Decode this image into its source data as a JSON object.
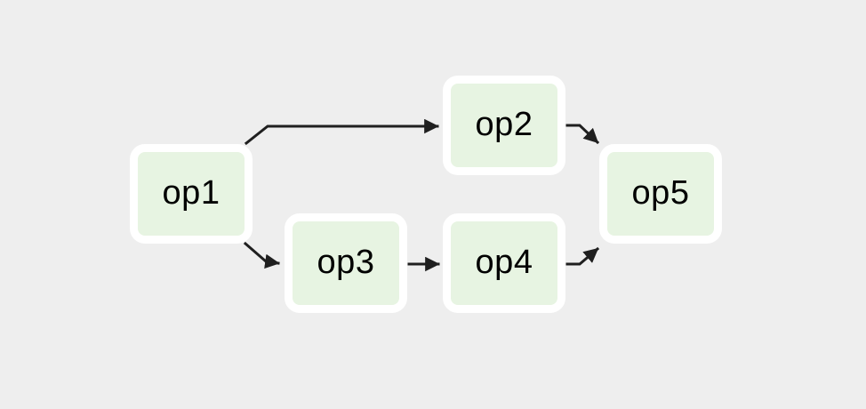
{
  "diagram": {
    "type": "flowchart",
    "direction": "left-to-right",
    "nodes": [
      {
        "id": "op1",
        "label": "op1"
      },
      {
        "id": "op2",
        "label": "op2"
      },
      {
        "id": "op3",
        "label": "op3"
      },
      {
        "id": "op4",
        "label": "op4"
      },
      {
        "id": "op5",
        "label": "op5"
      }
    ],
    "edges": [
      {
        "from": "op1",
        "to": "op2"
      },
      {
        "from": "op1",
        "to": "op3"
      },
      {
        "from": "op3",
        "to": "op4"
      },
      {
        "from": "op4",
        "to": "op5"
      },
      {
        "from": "op2",
        "to": "op5"
      }
    ],
    "colors": {
      "background": "#eeeeee",
      "node_fill": "#e7f4e2",
      "node_border": "#ffffff",
      "edge": "#1f1f1f",
      "text": "#000000"
    }
  }
}
